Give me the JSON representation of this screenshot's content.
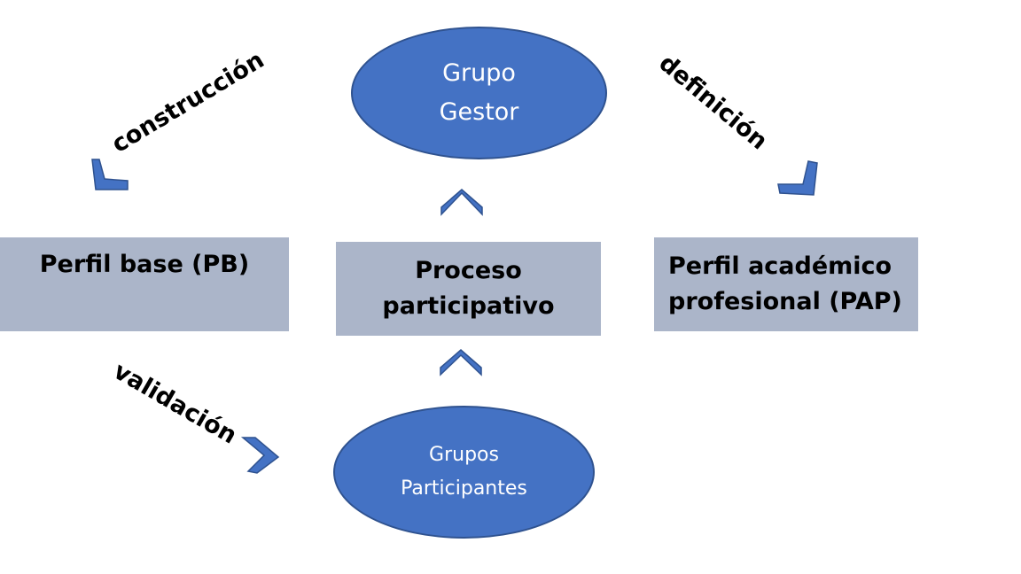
{
  "colors": {
    "node_fill": "#4472c4",
    "node_border": "#2f528f",
    "box_fill": "#abb5c9",
    "text_dark": "#000000",
    "text_light": "#ffffff"
  },
  "nodes": {
    "grupo_gestor": {
      "line1": "Grupo",
      "line2": "Gestor"
    },
    "grupos_participantes": {
      "line1": "Grupos",
      "line2": "Participantes"
    },
    "perfil_base": {
      "text": "Perfil base (PB)"
    },
    "proceso": {
      "line1": "Proceso",
      "line2": "participativo"
    },
    "perfil_academico": {
      "line1": "Perfil académico",
      "line2": "profesional (PAP)"
    }
  },
  "edges": {
    "construccion": "construcción",
    "definicion": "definición",
    "validacion": "validación"
  }
}
